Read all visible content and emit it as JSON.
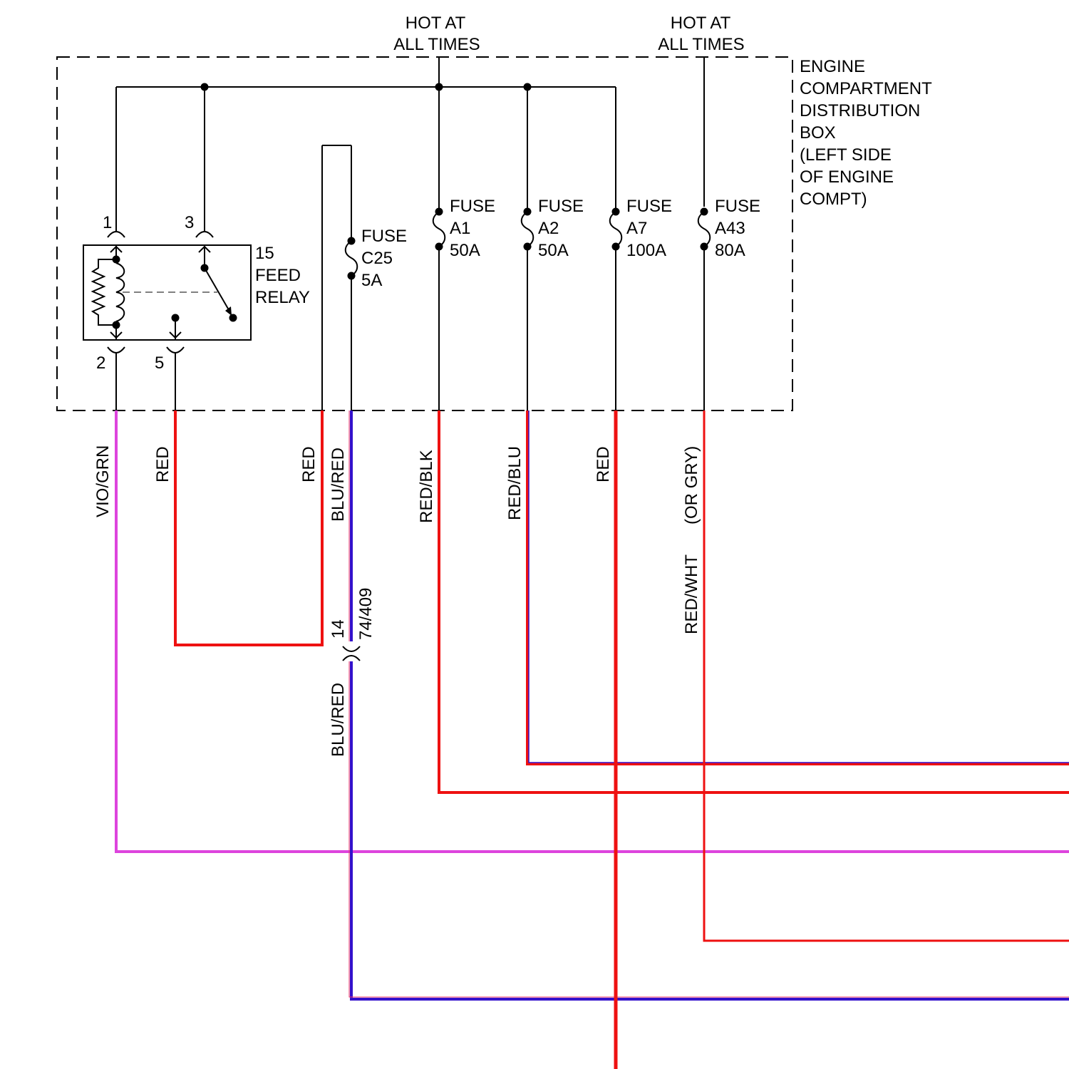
{
  "header": {
    "hot_left": [
      "HOT AT",
      "ALL TIMES"
    ],
    "hot_right": [
      "HOT AT",
      "ALL TIMES"
    ]
  },
  "box_label": [
    "ENGINE",
    "COMPARTMENT",
    "DISTRIBUTION",
    "BOX",
    "(LEFT SIDE",
    "OF ENGINE",
    "COMPT)"
  ],
  "relay": {
    "label": [
      "15",
      "FEED",
      "RELAY"
    ],
    "pins": {
      "p1": "1",
      "p2": "2",
      "p3": "3",
      "p5": "5"
    }
  },
  "fuses": [
    {
      "label": [
        "FUSE",
        "C25",
        "5A"
      ]
    },
    {
      "label": [
        "FUSE",
        "A1",
        "50A"
      ]
    },
    {
      "label": [
        "FUSE",
        "A2",
        "50A"
      ]
    },
    {
      "label": [
        "FUSE",
        "A7",
        "100A"
      ]
    },
    {
      "label": [
        "FUSE",
        "A43",
        "80A"
      ]
    }
  ],
  "wires": {
    "vio_grn": "VIO/GRN",
    "red_relay": "RED",
    "red_loop": "RED",
    "blu_red_upper": "BLU/RED",
    "blu_red_lower": "BLU/RED",
    "red_blk": "RED/BLK",
    "red_blu": "RED/BLU",
    "red_a7": "RED",
    "or_gry": "(OR GRY)",
    "red_wht": "RED/WHT"
  },
  "connector": {
    "pin": "14",
    "id": "74/409"
  },
  "colors": {
    "red": "#ee1111",
    "violet_green": "#dd44dd",
    "blue": "#3311cc",
    "dark": "#000000"
  }
}
